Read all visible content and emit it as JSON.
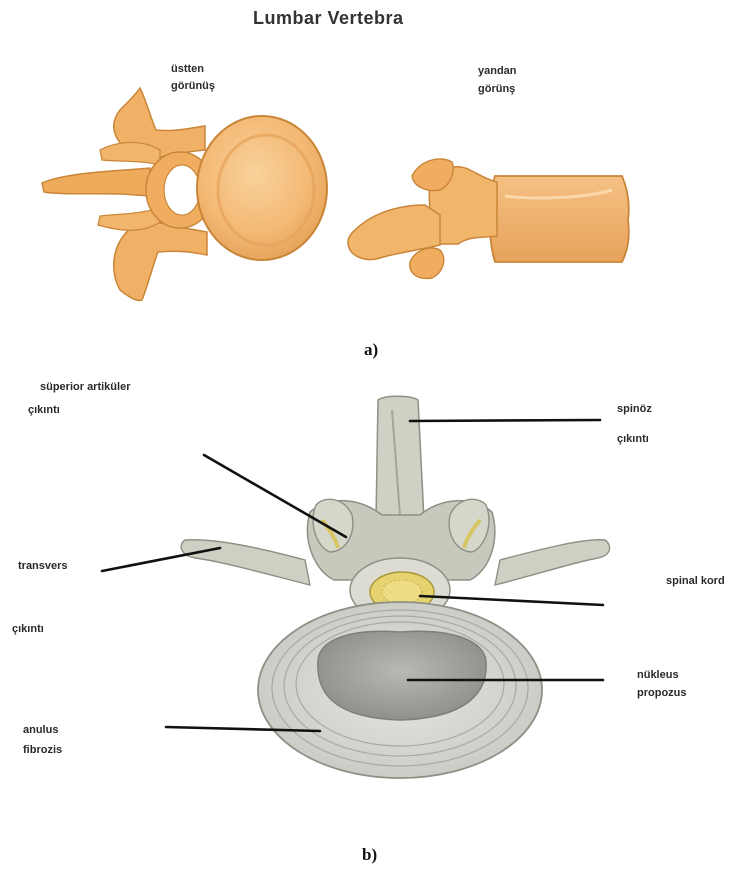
{
  "title": "Lumbar Vertebra",
  "part_a": {
    "caption": "a)",
    "top_view_line1": "üstten",
    "top_view_line2": "görünüş",
    "side_view_line1": "yandan",
    "side_view_line2": "görünş"
  },
  "part_b": {
    "caption": "b)",
    "labels": {
      "superior_line1": "süperior artiküler",
      "superior_line2": "çıkıntı",
      "spinous_line1": "spinöz",
      "spinous_line2": "çıkıntı",
      "transverse_line1": "transvers",
      "transverse_line2": "çıkıntı",
      "spinal_cord": "spinal kord",
      "nucleus_line1": "nükleus",
      "nucleus_line2": "propozus",
      "anulus_line1": "anulus",
      "anulus_line2": "fibrozis"
    }
  },
  "colors": {
    "bone_orange": "#f2b062",
    "bone_light": "#f7cf92",
    "section_gray": "#c9cbc0",
    "cord_yellow": "#e7d270"
  }
}
